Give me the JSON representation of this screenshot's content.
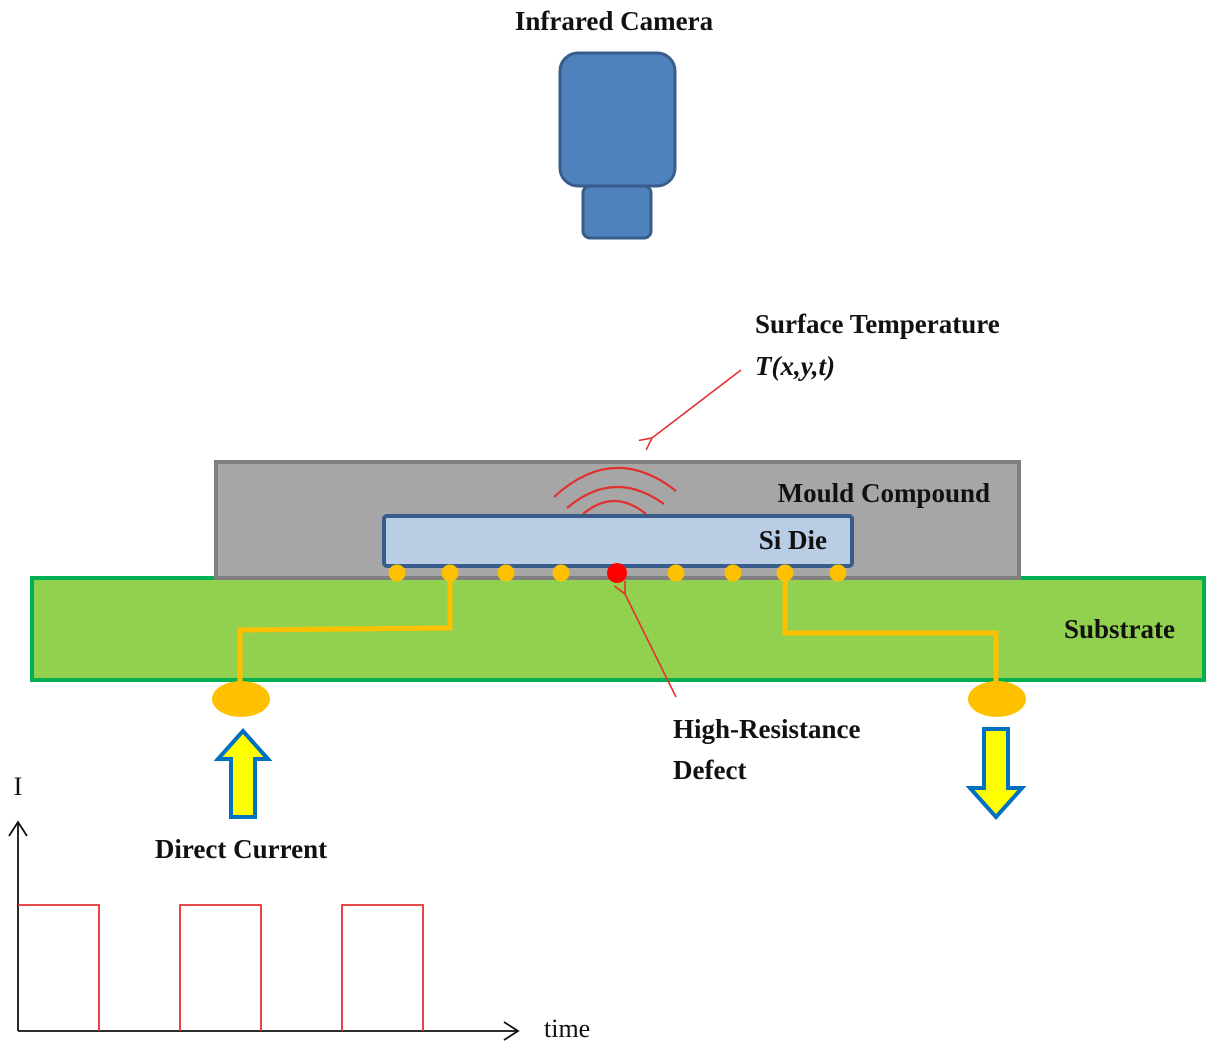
{
  "labels": {
    "camera": "Infrared Camera",
    "surface_temp": "Surface Temperature",
    "surface_temp_formula": "T(x,y,t)",
    "mould": "Mould Compound",
    "die": "Si Die",
    "substrate": "Substrate",
    "defect_line1": "High-Resistance",
    "defect_line2": "Defect",
    "current": "Direct Current",
    "axis_y": "I",
    "axis_x": "time"
  },
  "colors": {
    "camera_fill": "#4f81bd",
    "camera_stroke": "#385d8a",
    "mould_fill": "#a6a6a6",
    "mould_stroke": "#7f7f7f",
    "die_fill": "#b9cde5",
    "die_stroke": "#385d8a",
    "substrate_fill": "#92d050",
    "substrate_stroke": "#00b050",
    "bump": "#ffc000",
    "defect": "#ff0000",
    "heat_wave": "#e03030",
    "arrow_fill": "#ffff00",
    "arrow_stroke": "#0070c0",
    "pulse": "#e53030",
    "annotation_arrow": "#e53030"
  },
  "bumps": {
    "count": 9,
    "defect_index": 4,
    "routed_indices": [
      1,
      7
    ]
  },
  "waveform": {
    "type": "square pulse train",
    "pulses": 3,
    "duty_cycle": 0.5
  }
}
